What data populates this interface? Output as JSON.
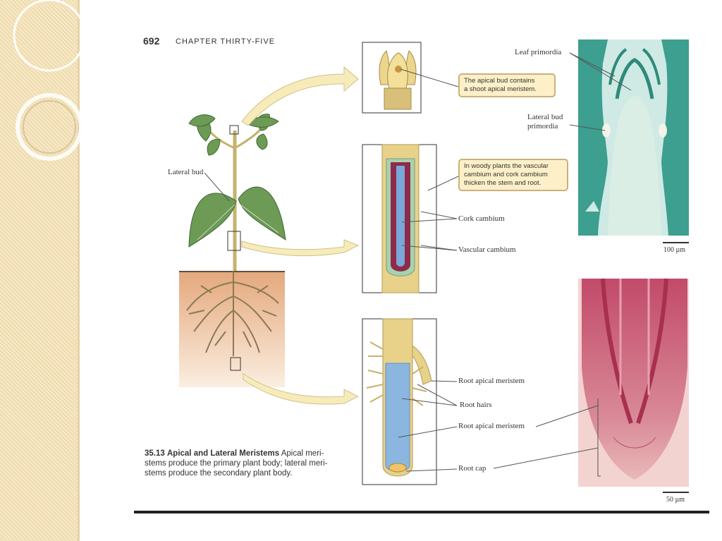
{
  "header": {
    "page_number": "692",
    "chapter": "CHAPTER THIRTY-FIVE"
  },
  "labels": {
    "lateral_bud": "Lateral bud",
    "leaf_primordia": "Leaf primordia",
    "lateral_bud_primordia_1": "Lateral bud",
    "lateral_bud_primordia_2": "primordia",
    "cork_cambium": "Cork cambium",
    "vascular_cambium": "Vascular cambium",
    "root_apical_meristem_1": "Root apical meristem",
    "root_hairs": "Root hairs",
    "root_apical_meristem_2": "Root apical meristem",
    "root_cap": "Root cap"
  },
  "callouts": {
    "apical_bud_1": "The apical bud contains",
    "apical_bud_2": "a shoot apical meristem.",
    "woody_1": "In woody plants the vascular",
    "woody_2": "cambium and cork cambium",
    "woody_3": "thicken the stem and root."
  },
  "scale_bars": {
    "top": "100 µm",
    "bottom": "50 µm"
  },
  "caption": {
    "number": "35.13",
    "title": "Apical and Lateral Meristems",
    "line1": "Apical meri-",
    "line2": "stems produce the primary plant body; lateral meri-",
    "line3": "stems produce the secondary plant body."
  },
  "colors": {
    "sidebar": "#f3e2bb",
    "leaf": "#5f8f48",
    "stem": "#d9c98c",
    "soil": "#e8b890",
    "callout_bg": "#fdf0c8",
    "micrograph_teal": "#4aa79a",
    "micrograph_pink": "#d7708a"
  }
}
